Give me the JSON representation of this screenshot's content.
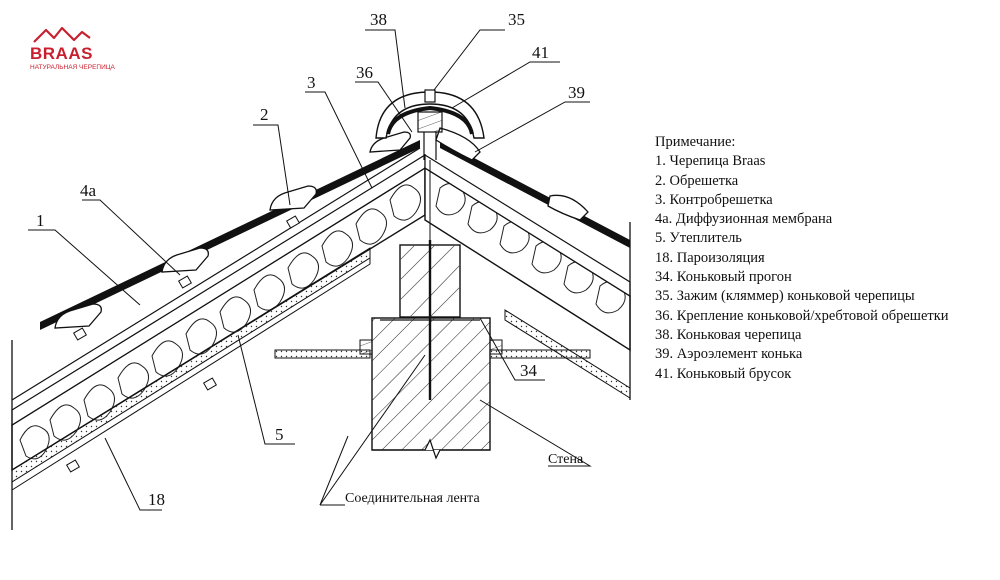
{
  "logo": {
    "brand": "BRAAS",
    "tagline": "НАТУРАЛЬНАЯ ЧЕРЕПИЦА",
    "color": "#c8202f"
  },
  "callouts": {
    "c38": "38",
    "c35": "35",
    "c41": "41",
    "c36": "36",
    "c39": "39",
    "c2": "2",
    "c3": "3",
    "c4a": "4а",
    "c1": "1",
    "c5": "5",
    "c18": "18",
    "c34": "34"
  },
  "labels": {
    "wall": "Стена",
    "tape": "Соединительная лента"
  },
  "legend": {
    "title": "Примечание:",
    "items": [
      "1. Черепица Braas",
      "2. Обрешетка",
      "3. Контробрешетка",
      "4а. Диффузионная мембрана",
      "5. Утеплитель",
      "18. Пароизоляция",
      "34. Коньковый прогон",
      "35. Зажим (кляммер) коньковой черепицы",
      "36. Крепление коньковой/хребтовой обрешетки",
      "38. Коньковая черепица",
      "39. Аэроэлемент конька",
      "41. Коньковый брусок"
    ]
  }
}
